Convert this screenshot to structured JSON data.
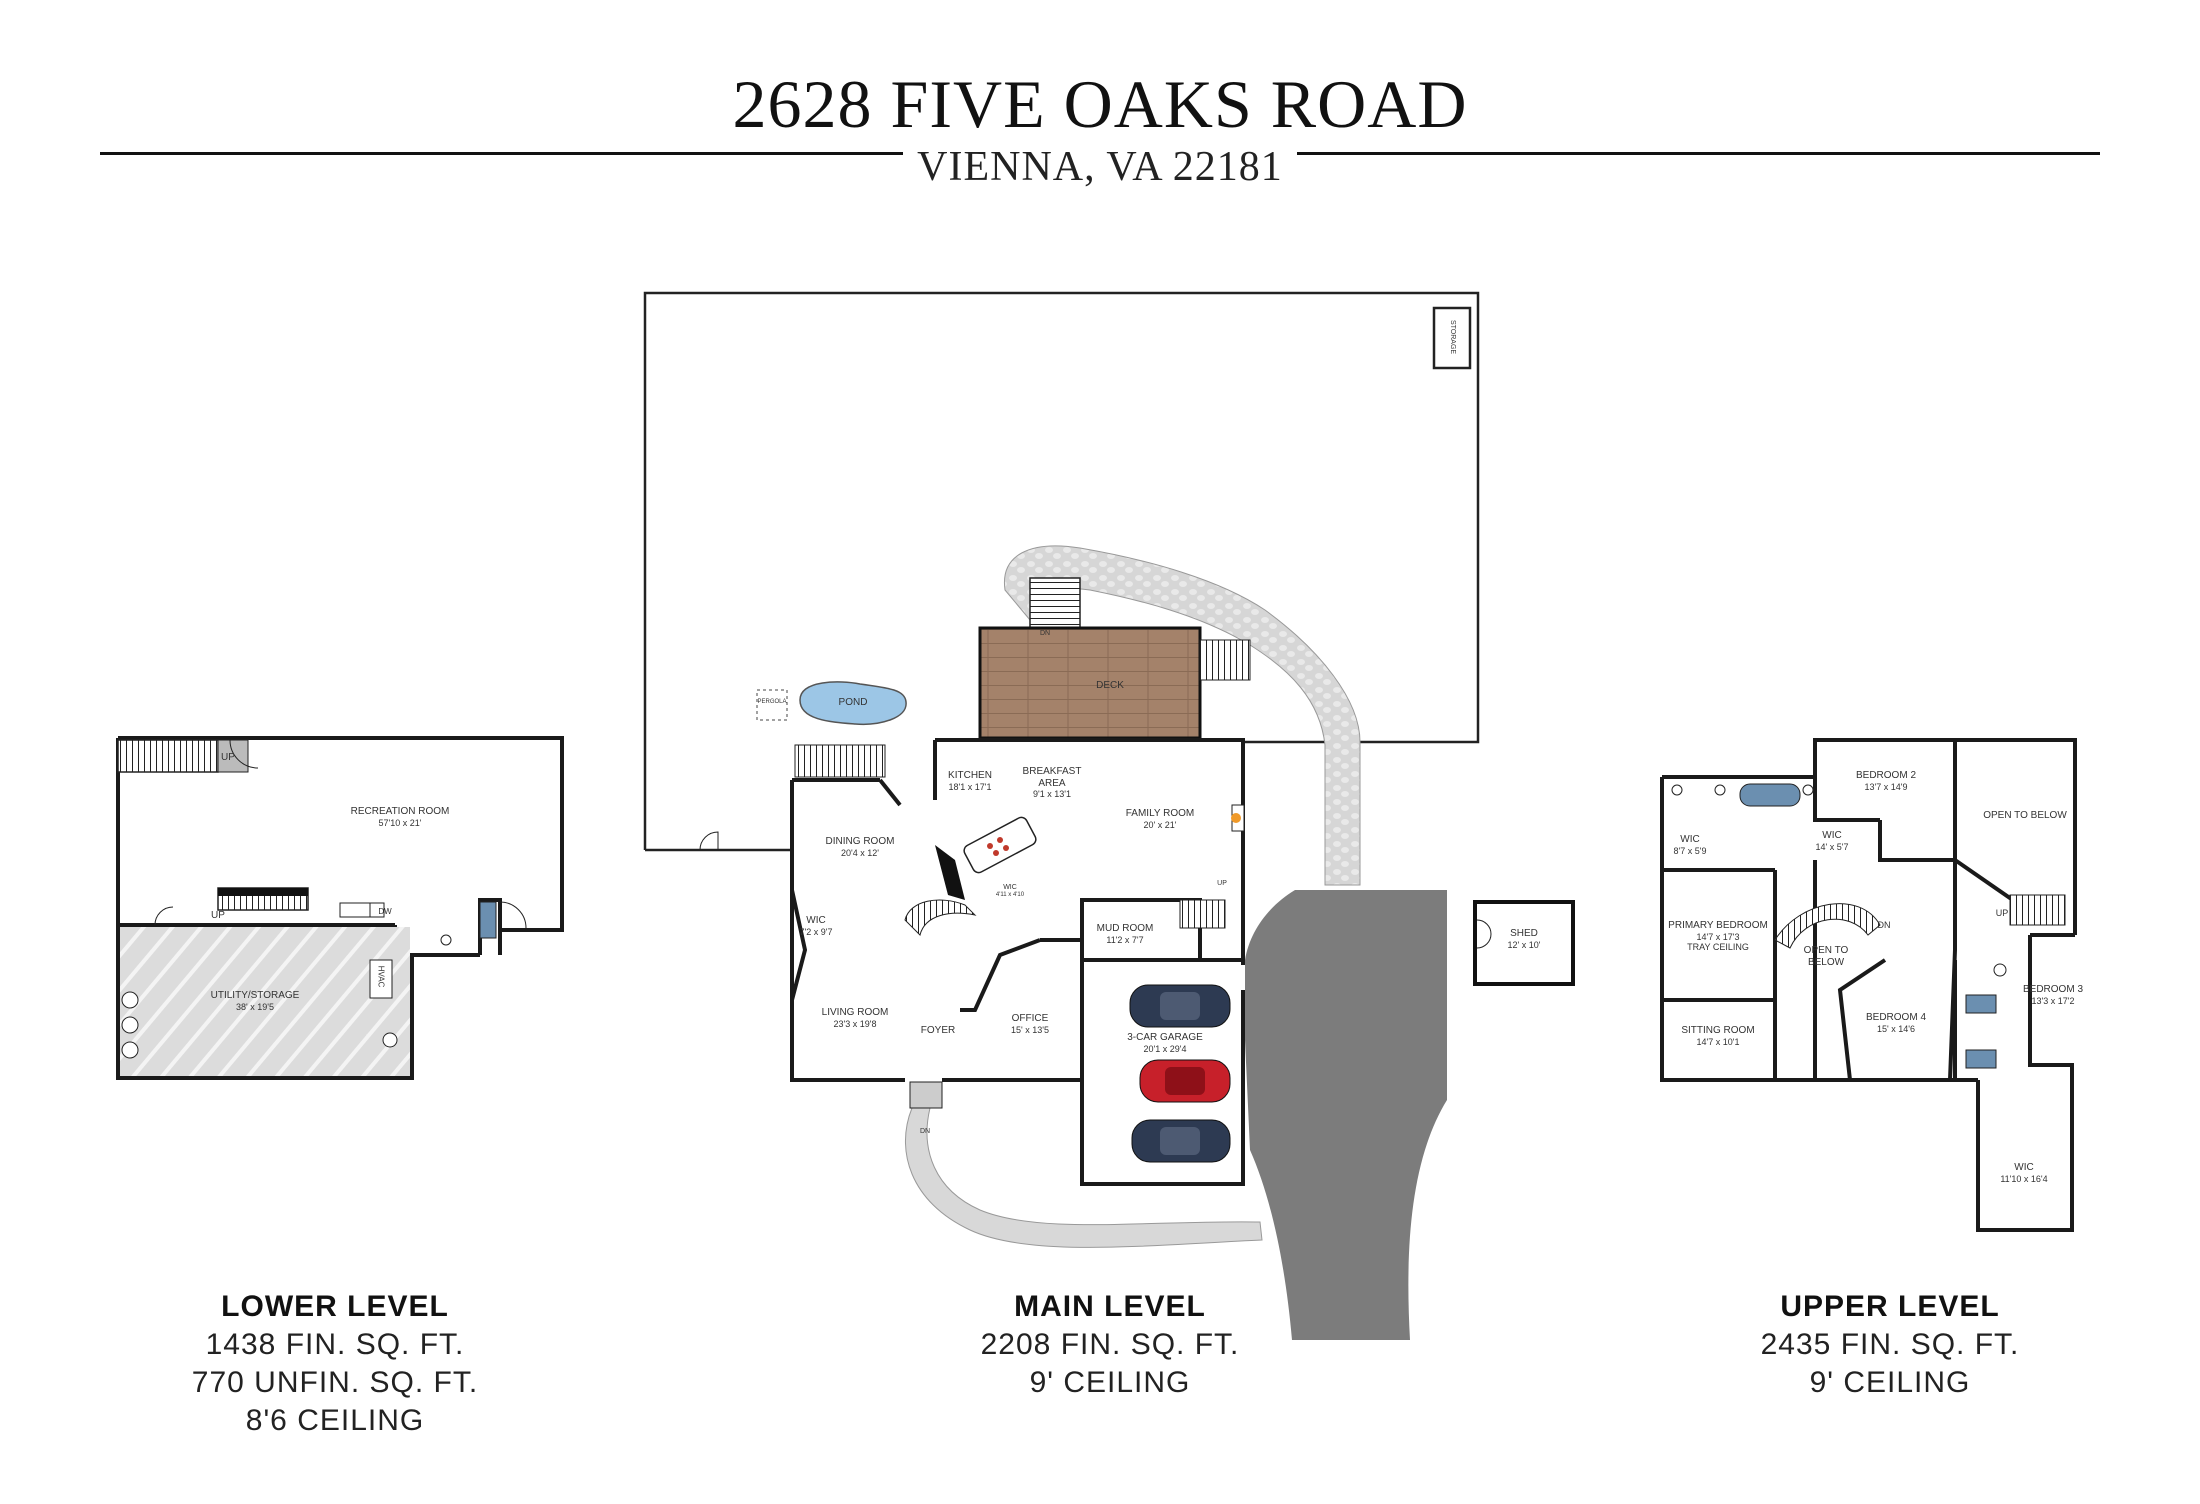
{
  "header": {
    "title": "2628 FIVE OAKS ROAD",
    "subtitle": "VIENNA, VA 22181"
  },
  "lower_level": {
    "caption": {
      "heading": "LOWER LEVEL",
      "lines": [
        "1438 FIN. SQ. FT.",
        "770 UNFIN. SQ. FT.",
        "8'6 CEILING"
      ]
    },
    "rooms": [
      {
        "name": "RECREATION ROOM",
        "dims": "57'10 x 21'"
      },
      {
        "name": "UTILITY/STORAGE",
        "dims": "38' x 19'5"
      }
    ],
    "marks": {
      "up_top": "UP",
      "up_stair": "UP",
      "dw": "DW",
      "hvac": "HVAC"
    }
  },
  "main_level": {
    "caption": {
      "heading": "MAIN LEVEL",
      "lines": [
        "2208 FIN. SQ. FT.",
        "9' CEILING"
      ]
    },
    "rooms": [
      {
        "name": "KITCHEN",
        "dims": "18'1 x 17'1"
      },
      {
        "name": "BREAKFAST AREA",
        "dims": "9'1 x 13'1"
      },
      {
        "name": "FAMILY ROOM",
        "dims": "20' x 21'"
      },
      {
        "name": "DINING ROOM",
        "dims": "20'4 x 12'"
      },
      {
        "name": "WIC",
        "dims": "7'2 x 9'7"
      },
      {
        "name": "MUD ROOM",
        "dims": "11'2 x 7'7"
      },
      {
        "name": "LIVING ROOM",
        "dims": "23'3 x 19'8"
      },
      {
        "name": "FOYER",
        "dims": ""
      },
      {
        "name": "OFFICE",
        "dims": "15' x 13'5"
      },
      {
        "name": "3-CAR GARAGE",
        "dims": "20'1 x 29'4"
      },
      {
        "name": "DECK",
        "dims": ""
      },
      {
        "name": "POND",
        "dims": ""
      },
      {
        "name": "SHED",
        "dims": "12' x 10'"
      }
    ],
    "marks": {
      "pergola": "PERGOLA",
      "storage": "STORAGE",
      "wic_small": "WIC",
      "wic_small_dims": "4'11 x 4'10",
      "dn": "DN",
      "up": "UP"
    }
  },
  "upper_level": {
    "caption": {
      "heading": "UPPER LEVEL",
      "lines": [
        "2435 FIN. SQ. FT.",
        "9' CEILING"
      ]
    },
    "rooms": [
      {
        "name": "BEDROOM 2",
        "dims": "13'7 x 14'9"
      },
      {
        "name": "OPEN TO BELOW",
        "dims": ""
      },
      {
        "name": "WIC",
        "dims": "8'7 x 5'9"
      },
      {
        "name": "WIC",
        "dims": "14' x 5'7"
      },
      {
        "name": "PRIMARY BEDROOM",
        "dims": "14'7 x 17'3",
        "note": "TRAY CEILING"
      },
      {
        "name": "OPEN TO BELOW",
        "dims": ""
      },
      {
        "name": "BEDROOM 4",
        "dims": "15' x 14'6"
      },
      {
        "name": "BEDROOM 3",
        "dims": "13'3 x 17'2"
      },
      {
        "name": "SITTING ROOM",
        "dims": "14'7 x 10'1"
      },
      {
        "name": "WIC",
        "dims": "11'10 x 16'4"
      }
    ],
    "marks": {
      "dn": "DN",
      "up": "UP"
    }
  },
  "colors": {
    "wall": "#1a1a1a",
    "deck": "#a4826a",
    "driveway": "#7c7c7c",
    "path": "#d8d8d8",
    "pond": "#9cc6e6",
    "utility": "#d9d9d9",
    "car_dark": "#2d3a52",
    "car_red": "#c7202a"
  }
}
